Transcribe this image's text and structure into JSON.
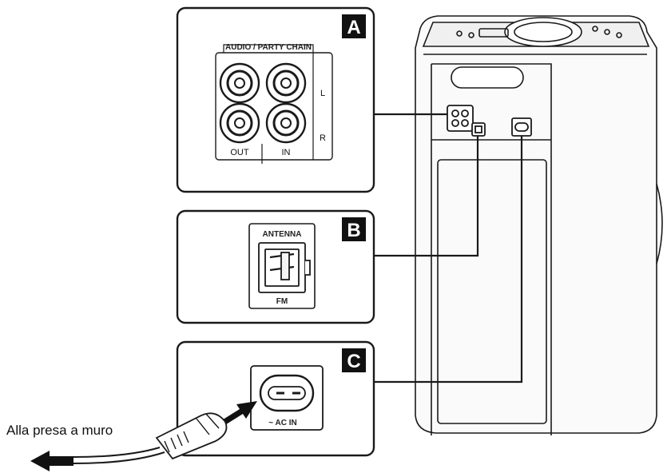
{
  "panels": {
    "a": {
      "badge": "A",
      "header": "AUDIO / PARTY CHAIN",
      "label_l": "L",
      "label_r": "R",
      "label_out": "OUT",
      "label_in": "IN"
    },
    "b": {
      "badge": "B",
      "header": "ANTENNA",
      "footer": "FM"
    },
    "c": {
      "badge": "C",
      "label": "~ AC IN"
    }
  },
  "caption": {
    "wall_outlet": "Alla presa a muro"
  },
  "colors": {
    "stroke": "#1a1a1a",
    "speaker_body": "#f2f2f2",
    "badge_bg": "#111111"
  }
}
